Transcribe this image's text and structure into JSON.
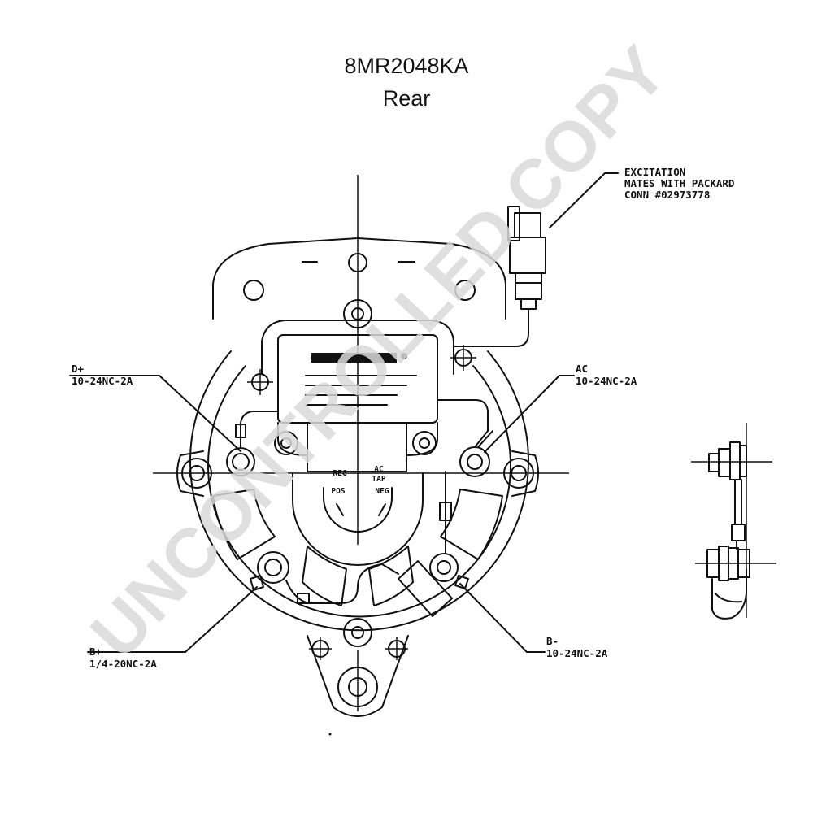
{
  "title": {
    "model": "8MR2048KA",
    "view": "Rear"
  },
  "watermark": "UNCONTROLLED COPY",
  "callouts": {
    "excitation": [
      "EXCITATION",
      "MATES WITH PACKARD",
      "CONN #02973778"
    ],
    "d_plus": [
      "D+",
      "10-24NC-2A"
    ],
    "ac": [
      "AC",
      "10-24NC-2A"
    ],
    "b_plus": [
      "B+",
      "1/4-20NC-2A"
    ],
    "b_minus": [
      "B-",
      "10-24NC-2A"
    ]
  },
  "regulator_labels": {
    "reg": "REG",
    "ac_tap_1": "AC",
    "ac_tap_2": "TAP",
    "pos": "POS",
    "neg": "NEG"
  },
  "colors": {
    "ink": "#111111",
    "watermark": "#d9d9d9"
  }
}
